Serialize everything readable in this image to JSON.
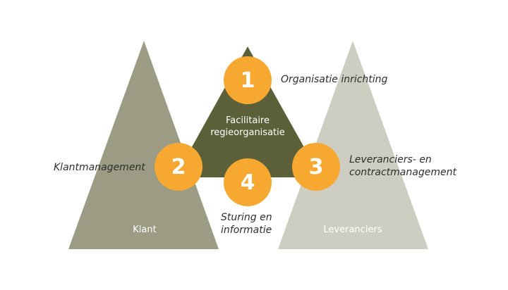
{
  "colors": {
    "klant": "#9c9c84",
    "leveranciers": "#cdcdc1",
    "center": "#5b6039",
    "circle": "#f6a830",
    "text": "#2e2e2e"
  },
  "center": {
    "line1": "Facilitaire",
    "line2": "regieorganisatie"
  },
  "bases": {
    "klant": "Klant",
    "leveranciers": "Leveranciers"
  },
  "items": [
    {
      "number": "1",
      "label_line1": "Organisatie inrichting",
      "label_line2": ""
    },
    {
      "number": "2",
      "label_line1": "Klantmanagement",
      "label_line2": ""
    },
    {
      "number": "3",
      "label_line1": "Leveranciers- en",
      "label_line2": "contractmanagement"
    },
    {
      "number": "4",
      "label_line1": "Sturing en",
      "label_line2": "informatie"
    }
  ]
}
